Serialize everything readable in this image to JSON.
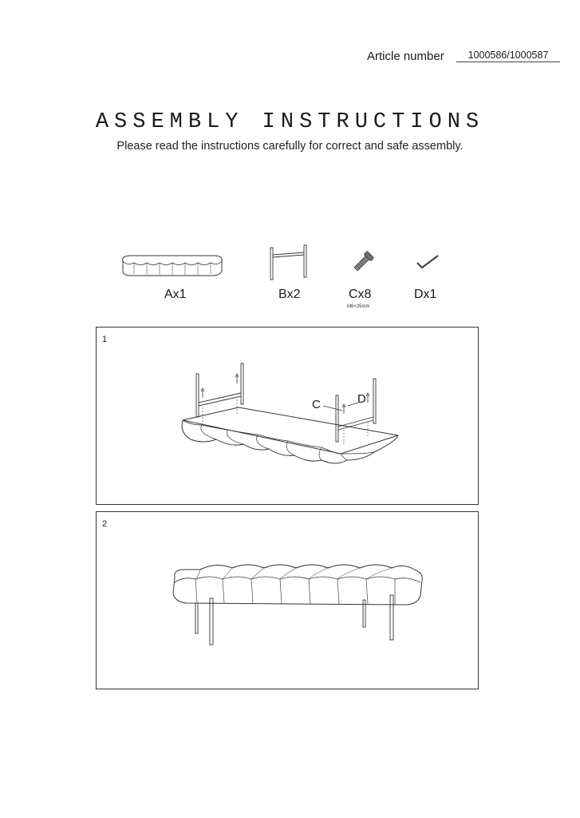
{
  "header": {
    "article_label": "Article number",
    "article_number": "1000586/1000587"
  },
  "title": "ASSEMBLY  INSTRUCTIONS",
  "subtitle": "Please read the instructions carefully for correct and safe assembly.",
  "parts": [
    {
      "label": "Ax1",
      "icon": "tufted-cushion-icon"
    },
    {
      "label": "Bx2",
      "icon": "leg-frame-icon"
    },
    {
      "label": "Cx8",
      "sub": "M6×25mm",
      "icon": "bolt-icon"
    },
    {
      "label": "Dx1",
      "icon": "allen-key-icon"
    }
  ],
  "steps": [
    {
      "number": "1",
      "callouts": {
        "c": "C",
        "d": "D"
      }
    },
    {
      "number": "2"
    }
  ]
}
